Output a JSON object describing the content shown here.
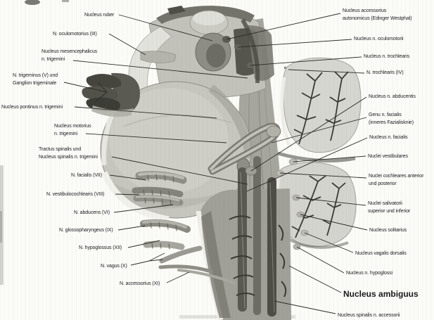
{
  "figure": {
    "labels_left": [
      {
        "id": "nucleus-ruber",
        "text": "Nucleus ruber"
      },
      {
        "id": "n-oculomotorius-iii",
        "text": "N. oculomotorius (III)"
      },
      {
        "id": "nucleus-mesencephalicus",
        "text": "Nucleus mesencephalicus\nn. trigemini"
      },
      {
        "id": "n-trigeminus-v",
        "text": "N. trigeminus (V) und\nGanglion trigeminale"
      },
      {
        "id": "nucleus-pontinus",
        "text": "Nucleus pontinus n. trigemini"
      },
      {
        "id": "nucleus-motorius",
        "text": "Nucleus motorius\nn. trigemini"
      },
      {
        "id": "tractus-spinalis",
        "text": "Tractus spinalis und\nNucleus spinalis n. trigemini"
      },
      {
        "id": "n-facialis-vii",
        "text": "N. facialis (VII)"
      },
      {
        "id": "n-vestibulocochlearis-viii",
        "text": "N. vestibulocochlearis (VIII)"
      },
      {
        "id": "n-abducens-vi",
        "text": "N. abducens (VI)"
      },
      {
        "id": "n-glossopharyngeus-ix",
        "text": "N. glossopharyngeus (IX)"
      },
      {
        "id": "n-hypoglossus-xii",
        "text": "N. hypoglossus (XII)"
      },
      {
        "id": "n-vagus-x",
        "text": "N. vagus (X)"
      },
      {
        "id": "n-accessorius-xi",
        "text": "N. accessorius (XI)"
      }
    ],
    "labels_right": [
      {
        "id": "nucleus-accessorius-autonomicus",
        "text": "Nucleus accessorius\nautonomicus (Edinger Westphal)"
      },
      {
        "id": "nucleus-n-oculomotorii",
        "text": "Nucleus n. oculomotorii"
      },
      {
        "id": "nucleus-n-trochlearis",
        "text": "Nucleus n. trochlearis"
      },
      {
        "id": "n-trochlearis-iv",
        "text": "N. trochlearis (IV)"
      },
      {
        "id": "nucleus-n-abducentis",
        "text": "Nucleus n. abducentis"
      },
      {
        "id": "genu-n-facialis",
        "text": "Genu n. facialis\n(inneres Fazialisknie)"
      },
      {
        "id": "nucleus-n-facialis",
        "text": "Nucleus n. facialis"
      },
      {
        "id": "nuclei-vestibulares",
        "text": "Nuclei vestibulares"
      },
      {
        "id": "nuclei-cochleares",
        "text": "Nuclei cochleares anterior\nund posterior"
      },
      {
        "id": "nuclei-salivatorii",
        "text": "Nuclei salivatorii\nsuperior und inferior"
      },
      {
        "id": "nucleus-solitarius",
        "text": "Nucleus solitarius"
      },
      {
        "id": "nucleus-vagalis-dorsalis",
        "text": "Nucleus vagalis dorsalis"
      },
      {
        "id": "nucleus-n-hypoglossi",
        "text": "Nucleus n. hypoglossi"
      },
      {
        "id": "nucleus-ambiguus",
        "text": "Nucleus ambiguus",
        "emphasis": true
      },
      {
        "id": "nucleus-spinalis-n-accessorii",
        "text": "Nucleus spinalis n. accessorii"
      }
    ],
    "colors": {
      "paper": "#fbfbf8",
      "ink": "#1a1a1a",
      "art_light": "#d6d6d0",
      "art_mid": "#a6a69e",
      "art_dark": "#4a4a44"
    }
  }
}
